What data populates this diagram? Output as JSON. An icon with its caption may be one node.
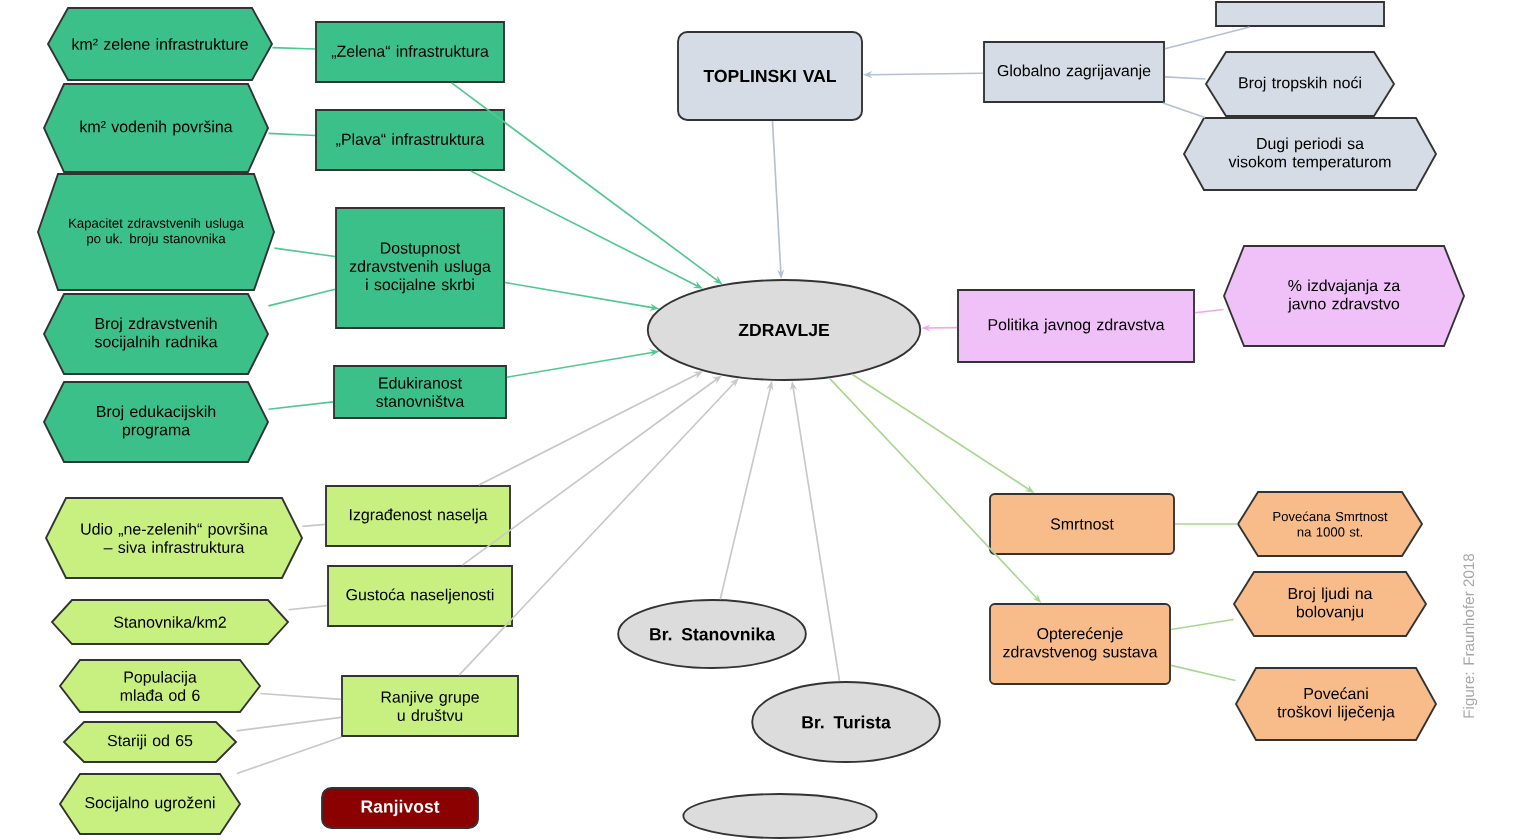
{
  "diagram": {
    "nodes": [
      {
        "text": [
          "km² zelene infrastrukture"
        ]
      },
      {
        "text": [
          "„Zelena“ infrastruktura"
        ]
      },
      {
        "text": [
          "km² vodenih površina"
        ]
      },
      {
        "text": [
          "„Plava“ infrastruktura"
        ]
      },
      {
        "text": [
          "Kapacitet zdravstvenih usluga po uk. broju stanovnika"
        ]
      },
      {
        "text": [
          "Broj zdravstvenih socijalnih radnika"
        ]
      },
      {
        "text": [
          "Dostupnost zdravstvenih usluga i socijalne skrbi"
        ]
      },
      {
        "text": [
          "Broj edukacijskih programa"
        ]
      },
      {
        "text": [
          "Edukiranost stanovništva"
        ]
      },
      {
        "text": [
          "Udio „ne-zelenih“ površina – siva infrastruktura"
        ]
      },
      {
        "text": [
          "Izgrađenost naselja"
        ]
      },
      {
        "text": [
          "Stanovnika/km2"
        ]
      },
      {
        "text": [
          "Gustoća naseljenosti"
        ]
      },
      {
        "text": [
          "Populacija mlađa od 6"
        ]
      },
      {
        "text": [
          "Stariji od 65"
        ]
      },
      {
        "text": [
          "Ranjive grupe u društvu"
        ]
      },
      {
        "text": [
          "Socijalno ugroženi"
        ]
      },
      {
        "text": [
          "Ranjivost"
        ]
      },
      {
        "text": [
          "TOPLINSKI VAL"
        ]
      },
      {
        "text": [
          "Globalno zagrijavanje"
        ]
      },
      {
        "text": [],
        "shape": "box"
      },
      {
        "text": [
          "Broj tropskih noći"
        ]
      },
      {
        "text": [
          "Dugi periodi sa visokom temperaturom"
        ]
      },
      {
        "text": [
          "ZDRAVLJE"
        ]
      },
      {
        "text": [
          "Politika javnog zdravstva"
        ]
      },
      {
        "text": [
          "% izdvajanja za javno zdravstvo"
        ]
      },
      {
        "text": [
          "Br. Stanovnika"
        ]
      },
      {
        "text": [
          "Br. Turista"
        ]
      },
      {
        "text": [],
        "shape": "ellipse"
      },
      {
        "text": [
          "Smrtnost"
        ]
      },
      {
        "text": [
          "Povećana Smrtnost na 1000 st."
        ]
      },
      {
        "text": [
          "Opterećenje zdravstvenog sustava"
        ]
      },
      {
        "text": [
          "Broj ljudi na bolovanju"
        ]
      },
      {
        "text": [
          "Povećani troškovi liječenja"
        ]
      }
    ],
    "edges": [
      {
        "from": 0,
        "to": 1,
        "arrow": "none",
        "color": "#50c890"
      },
      {
        "from": 2,
        "to": 3,
        "arrow": "none",
        "color": "#50c890"
      },
      {
        "from": 4,
        "to": 6,
        "arrow": "none",
        "color": "#50c890"
      },
      {
        "from": 5,
        "to": 6,
        "arrow": "none",
        "color": "#50c890"
      },
      {
        "from": 7,
        "to": 8,
        "arrow": "none",
        "color": "#50c890"
      },
      {
        "from": 1,
        "to": 23,
        "arrow": "to",
        "color": "#50c890"
      },
      {
        "from": 3,
        "to": 23,
        "arrow": "to",
        "color": "#50c890"
      },
      {
        "from": 6,
        "to": 23,
        "arrow": "to",
        "color": "#50c890"
      },
      {
        "from": 8,
        "to": 23,
        "arrow": "to",
        "color": "#50c890"
      },
      {
        "from": 9,
        "to": 10,
        "arrow": "none"
      },
      {
        "from": 11,
        "to": 12,
        "arrow": "none"
      },
      {
        "from": 13,
        "to": 15,
        "arrow": "none"
      },
      {
        "from": 14,
        "to": 15,
        "arrow": "none"
      },
      {
        "from": 16,
        "to": 15,
        "arrow": "none"
      },
      {
        "from": 10,
        "to": 23,
        "arrow": "to"
      },
      {
        "from": 12,
        "to": 23,
        "arrow": "to"
      },
      {
        "from": 15,
        "to": 23,
        "arrow": "to"
      },
      {
        "from": 26,
        "to": 23,
        "arrow": "to"
      },
      {
        "from": 27,
        "to": 23,
        "arrow": "to"
      },
      {
        "from": 19,
        "to": 18,
        "arrow": "to",
        "color": "#b4c0d4"
      },
      {
        "from": 20,
        "to": 19,
        "arrow": "none",
        "color": "#b4c0d4"
      },
      {
        "from": 21,
        "to": 19,
        "arrow": "none",
        "color": "#b4c0d4"
      },
      {
        "from": 22,
        "to": 19,
        "arrow": "none",
        "color": "#b4c0d4"
      },
      {
        "from": 18,
        "to": 23,
        "arrow": "to",
        "color": "#b4c0d4"
      },
      {
        "from": 25,
        "to": 24,
        "arrow": "none",
        "color": "#f0a8f0"
      },
      {
        "from": 24,
        "to": 23,
        "arrow": "to",
        "color": "#f0a8f0"
      },
      {
        "from": 23,
        "to": 29,
        "arrow": "to",
        "color": "#a8d890"
      },
      {
        "from": 23,
        "to": 31,
        "arrow": "to",
        "color": "#a8d890"
      },
      {
        "from": 29,
        "to": 30,
        "arrow": "none",
        "color": "#a8d890"
      },
      {
        "from": 31,
        "to": 32,
        "arrow": "none",
        "color": "#a8d890"
      },
      {
        "from": 31,
        "to": 33,
        "arrow": "none",
        "color": "#a8d890"
      }
    ],
    "labels": [
      "Figure: Fraunhofer 2018"
    ]
  }
}
